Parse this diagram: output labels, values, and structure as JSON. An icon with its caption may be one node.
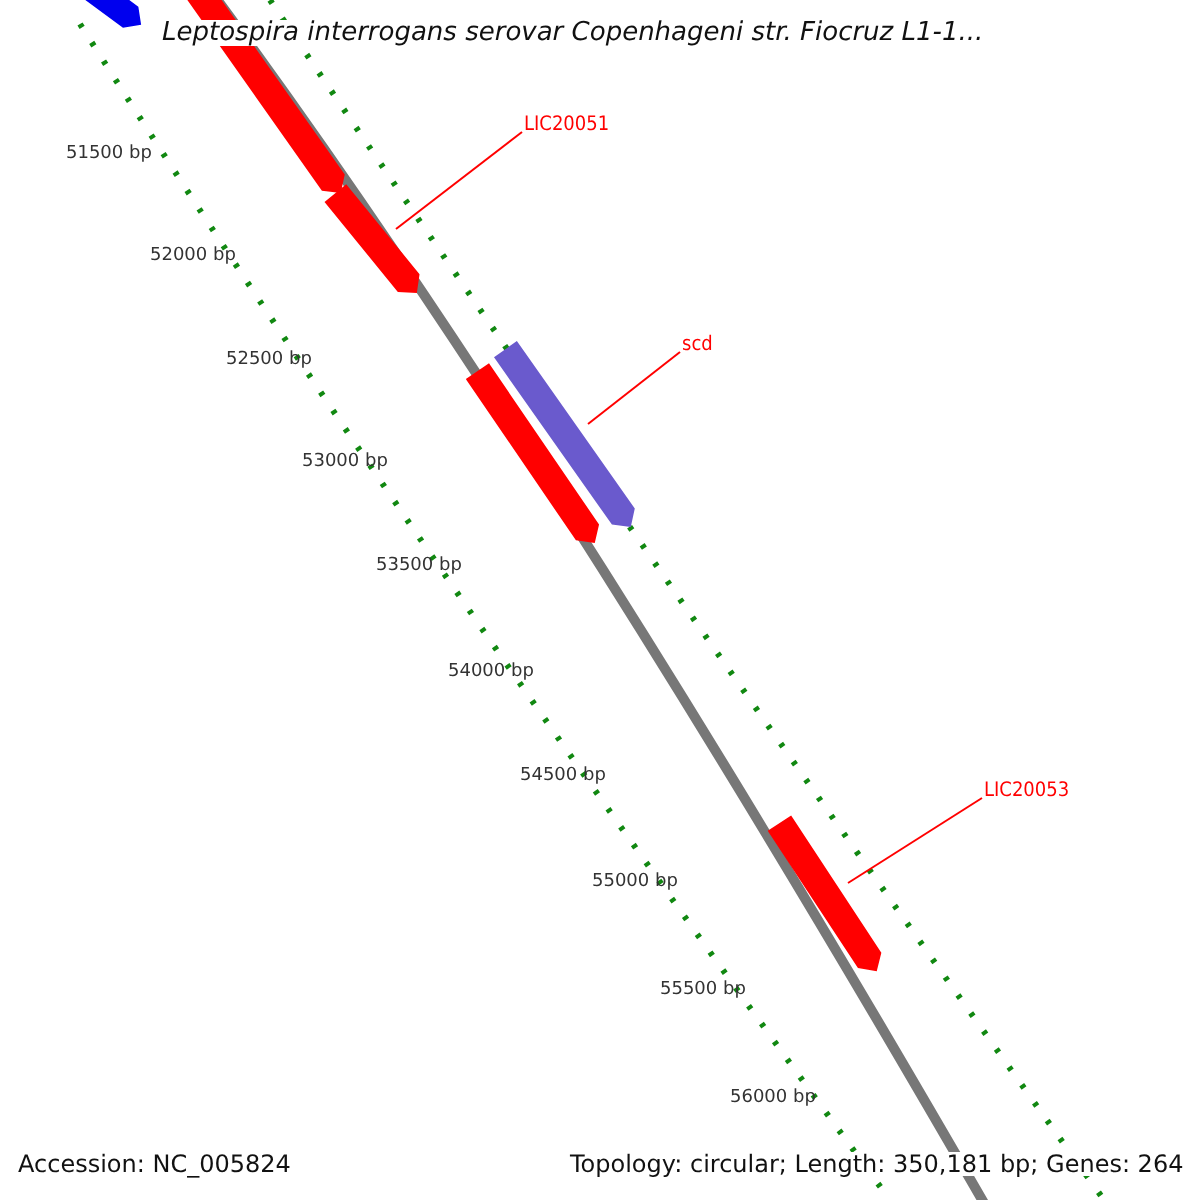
{
  "diagram": {
    "title": "Leptospira interrogans serovar Copenhageni str. Fiocruz L1-1...",
    "nodes": [
      {
        "text": [
          "LIC20051"
        ]
      },
      {
        "text": [],
        "shape": "bar"
      },
      {
        "text": [
          "scd"
        ]
      },
      {
        "text": [],
        "shape": "bar"
      },
      {
        "text": [
          "LIC20053"
        ]
      },
      {
        "text": [],
        "shape": "bar"
      }
    ],
    "edges": [
      {
        "from": 0,
        "to": 1,
        "arrow": "none"
      },
      {
        "from": 2,
        "to": 3,
        "arrow": "none"
      },
      {
        "from": 4,
        "to": 5,
        "arrow": "none"
      }
    ],
    "labels": [
      "51500 bp",
      "52000 bp",
      "52500 bp",
      "53000 bp",
      "53500 bp",
      "54000 bp",
      "54500 bp",
      "55000 bp",
      "55500 bp",
      "56000 bp",
      "Accession: NC_005824",
      "Topology: circular; Length: 350,181 bp; Genes: 264"
    ]
  }
}
